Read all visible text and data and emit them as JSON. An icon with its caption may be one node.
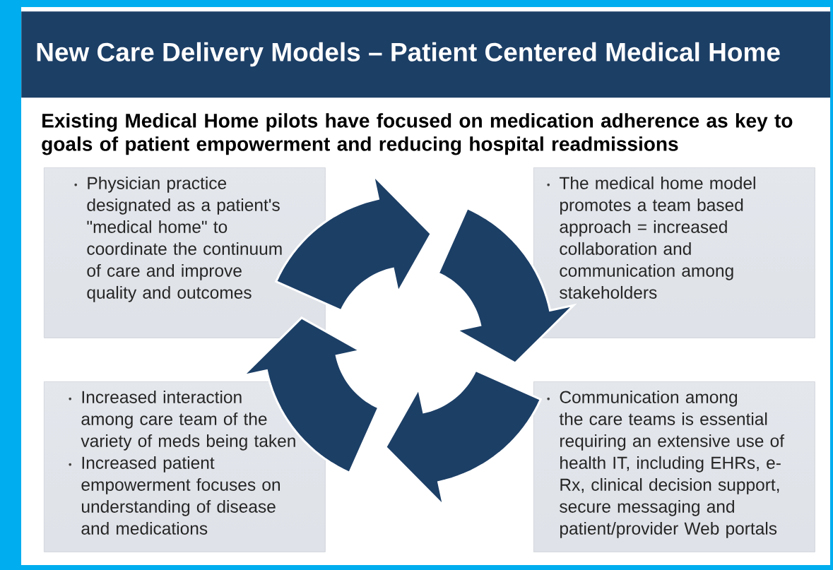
{
  "diagram": {
    "title": "New Care Delivery Models – Patient Centered Medical Home",
    "nodes": [
      {
        "text": [
          "Physician practice designated as a patient's \"medical home\" to coordinate the continuum of care and improve quality and outcomes"
        ]
      },
      {
        "text": [
          "The medical home model promotes a team based approach = increased collaboration and communication among stakeholders"
        ]
      },
      {
        "text": [
          "Increased interaction among care team of the variety of meds being taken",
          "Increased patient empowerment focuses on understanding of disease and medications"
        ]
      },
      {
        "text": [
          "Communication among the care teams is essential requiring an extensive use of health IT, including EHRs, e-Rx, clinical decision support, secure messaging and patient/provider Web portals"
        ]
      }
    ],
    "labels": [
      "Existing Medical Home pilots have focused on medication adherence as key to goals of patient empowerment and reducing hospital readmissions"
    ]
  }
}
